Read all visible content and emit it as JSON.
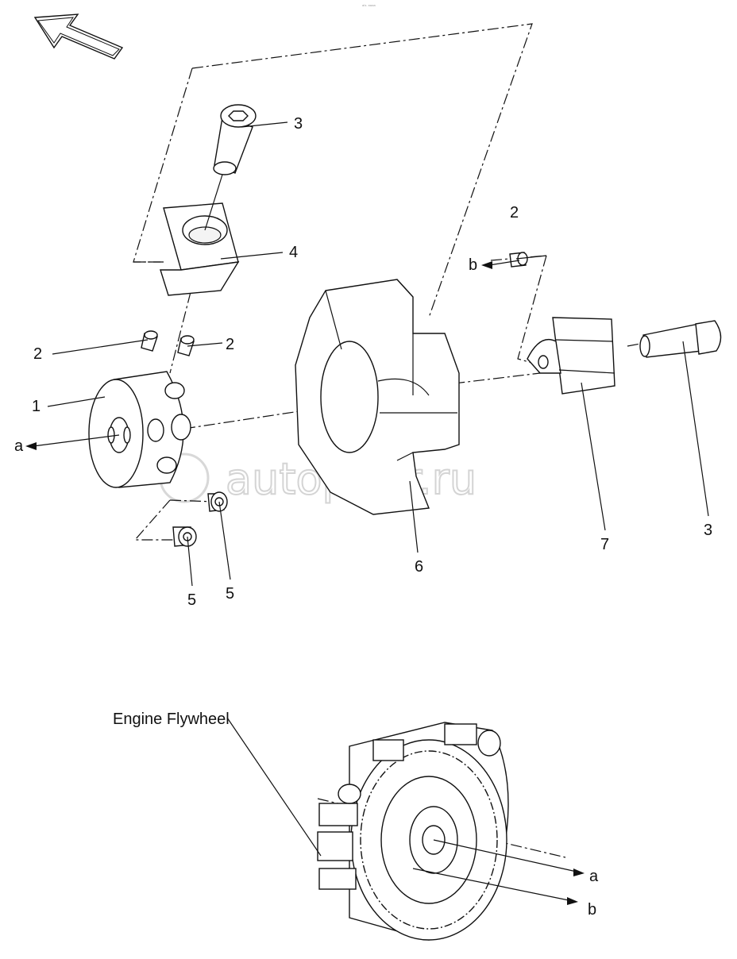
{
  "corner_text": "ᵃˡˢ ᵃᵃᵃᵃ",
  "watermark": "autopiter.ru",
  "callouts": {
    "item_1": "1",
    "item_2_top": "2",
    "item_2_left": "2",
    "item_2_right": "2",
    "item_3_top": "3",
    "item_3_right": "3",
    "item_4": "4",
    "item_5_left": "5",
    "item_5_right": "5",
    "item_6": "6",
    "item_7": "7"
  },
  "reference_letters": {
    "a_left": "a",
    "b_top": "b",
    "a_flywheel": "a",
    "b_flywheel": "b"
  },
  "flywheel_label": "Engine Flywheel",
  "icons": {
    "direction": "hollow-arrow-icon",
    "watermark_logo": "at-sign-logo"
  }
}
